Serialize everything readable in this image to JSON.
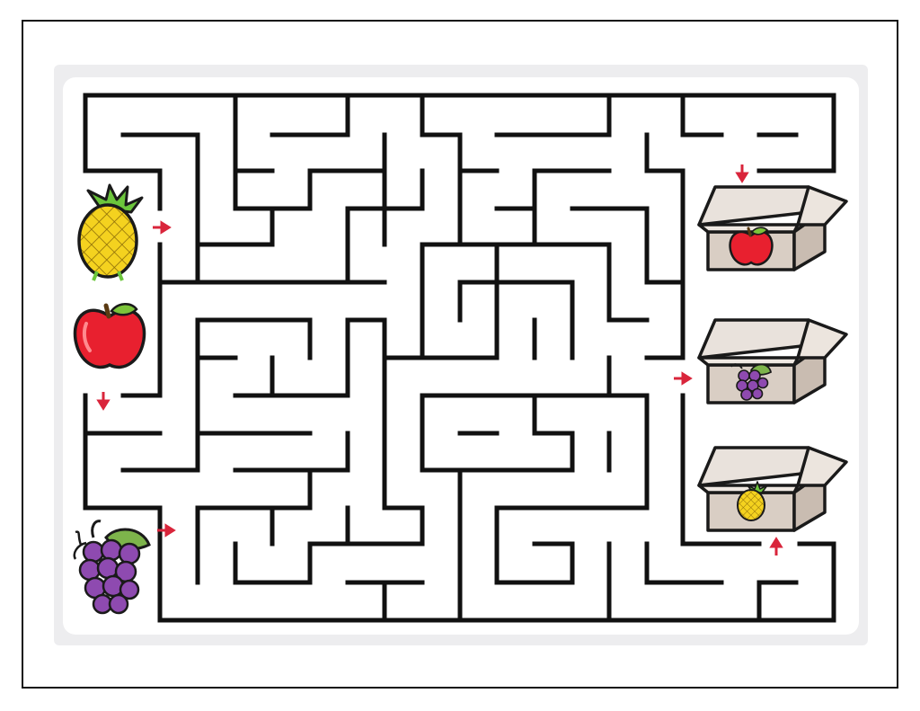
{
  "puzzle": {
    "type": "fruit-to-box maze",
    "start_fruits": [
      "pineapple",
      "apple",
      "grapes"
    ],
    "target_boxes": [
      {
        "contains": "apple"
      },
      {
        "contains": "grapes"
      },
      {
        "contains": "pineapple"
      }
    ],
    "wall_color": "#111111",
    "arrow_color": "#d9253b",
    "box_color": "#d9cec4",
    "board_color": "#ededef"
  }
}
